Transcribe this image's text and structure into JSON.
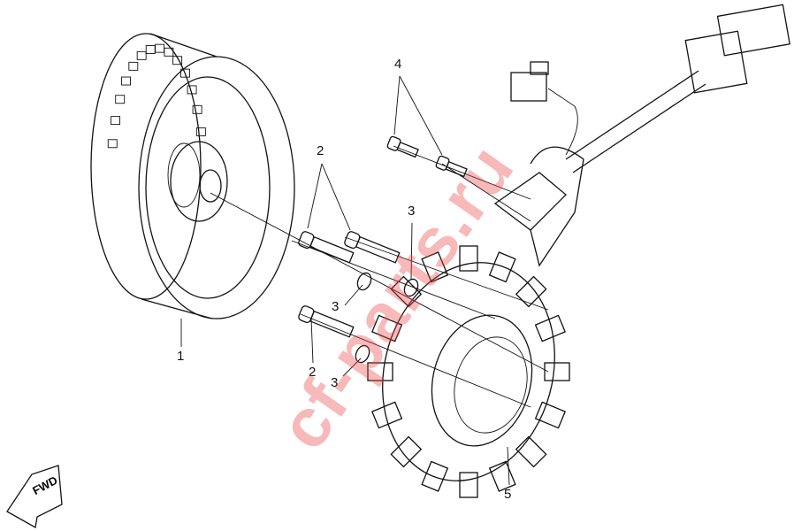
{
  "diagram": {
    "title": "Magneto / flywheel and stator assembly",
    "callouts": [
      {
        "id": "flywheel",
        "label": "1"
      },
      {
        "id": "bolt-upper-left",
        "label": "2"
      },
      {
        "id": "bolt-lower",
        "label": "2"
      },
      {
        "id": "washer-upper",
        "label": "3"
      },
      {
        "id": "washer-middle",
        "label": "3"
      },
      {
        "id": "washer-lower",
        "label": "3"
      },
      {
        "id": "pickup-bolts",
        "label": "4"
      },
      {
        "id": "stator",
        "label": "5"
      }
    ],
    "direction_marker": "FWD",
    "watermark": "cf-parts.ru"
  }
}
